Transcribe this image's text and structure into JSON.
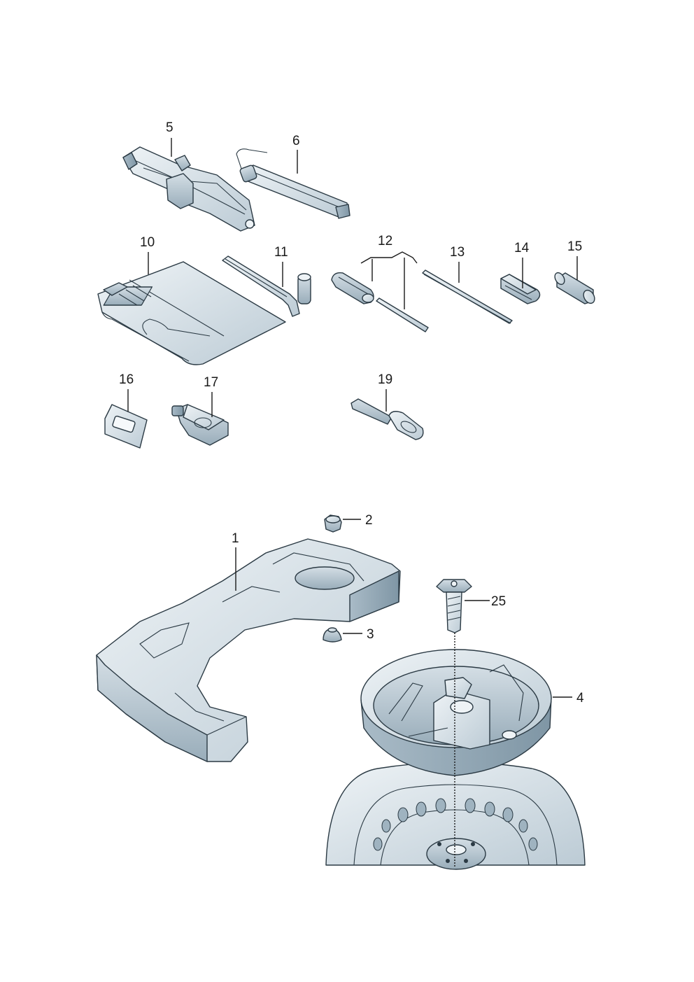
{
  "callouts": {
    "c1": "1",
    "c2": "2",
    "c3": "3",
    "c4": "4",
    "c5": "5",
    "c6": "6",
    "c10": "10",
    "c11": "11",
    "c12": "12",
    "c13": "13",
    "c14": "14",
    "c15": "15",
    "c16": "16",
    "c17": "17",
    "c19": "19",
    "c25": "25"
  },
  "colors": {
    "part_light": "#dde6ec",
    "part_mid": "#b8c8d2",
    "part_dark": "#8ea3b1",
    "outline": "#2b3a44"
  }
}
